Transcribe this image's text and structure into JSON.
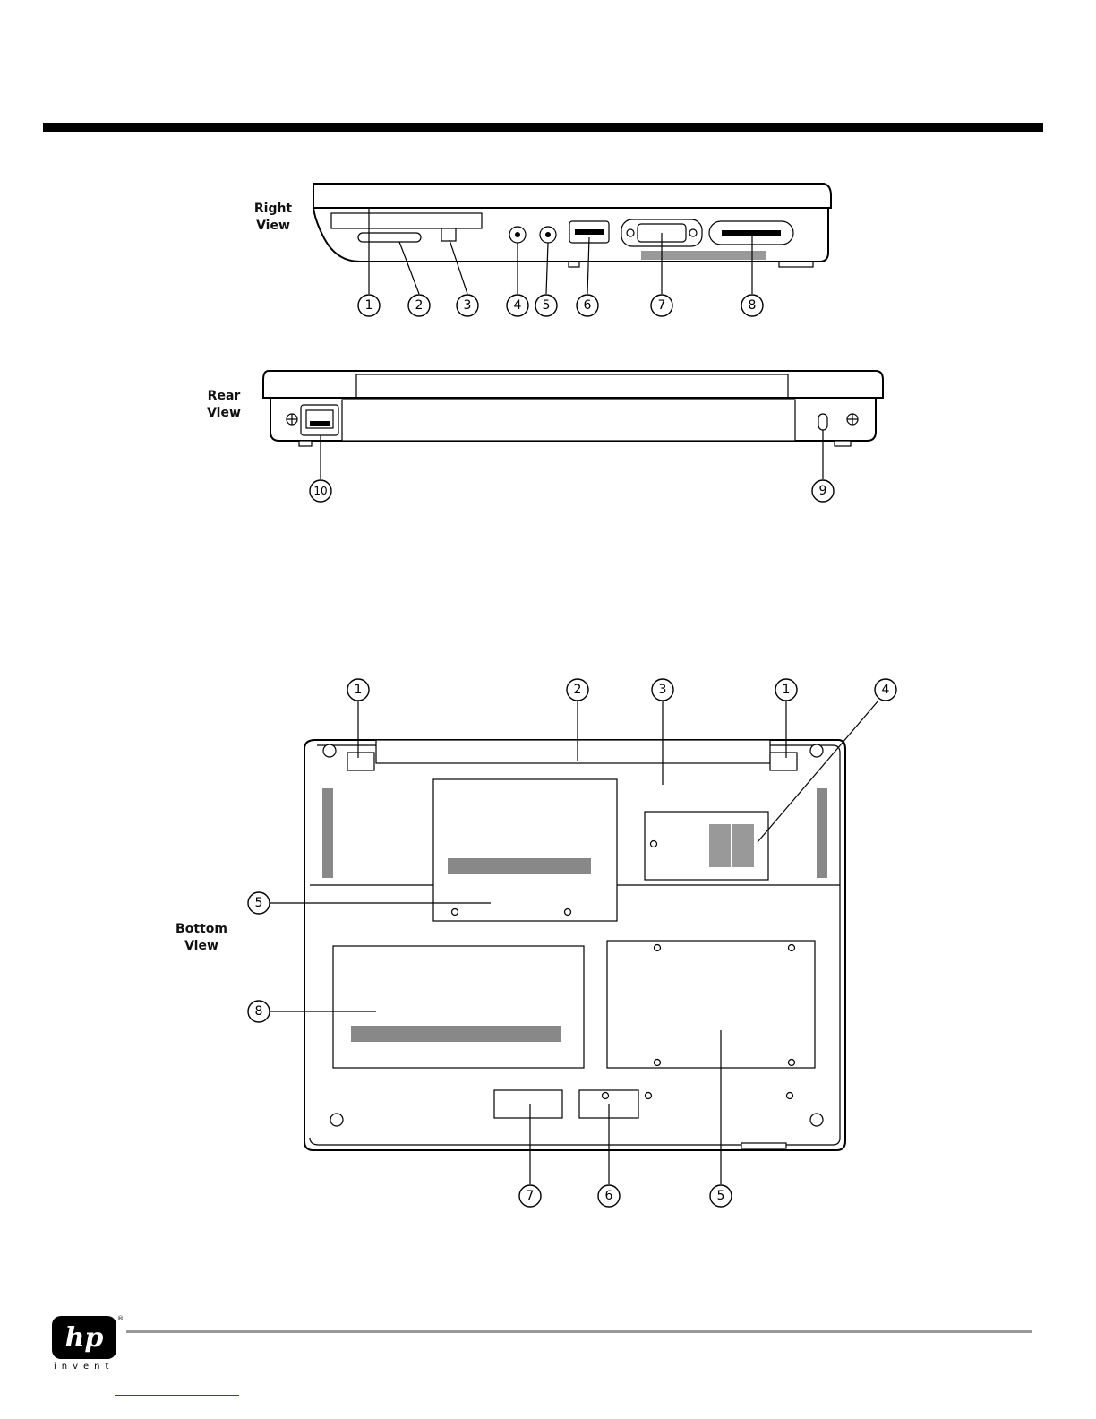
{
  "views": {
    "right": {
      "line1": "Right",
      "line2": "View"
    },
    "rear": {
      "line1": "Rear",
      "line2": "View"
    },
    "bottom": {
      "line1": "Bottom",
      "line2": "View"
    }
  },
  "callouts": {
    "right": [
      "1",
      "2",
      "3",
      "4",
      "5",
      "6",
      "7",
      "8"
    ],
    "rear": [
      "10",
      "9"
    ],
    "bottom_top": [
      "1",
      "2",
      "3",
      "1",
      "4"
    ],
    "bottom_left": [
      "5",
      "8"
    ],
    "bottom_bottom": [
      "7",
      "6",
      "5"
    ]
  },
  "logo": {
    "mark": "hp",
    "tagline": "invent",
    "registered": "®"
  },
  "colors": {
    "rule": "#000000",
    "footer_rule": "#999999",
    "link": "#3333cc"
  }
}
